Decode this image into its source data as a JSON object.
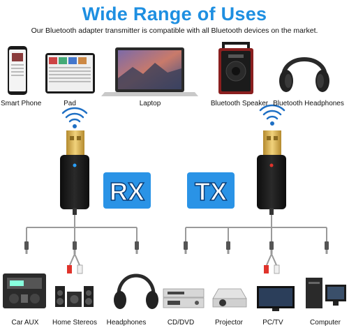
{
  "header": {
    "title": "Wide Range of Uses",
    "subtitle": "Our Bluetooth adapter transmitter is compatible with all Bluetooth devices on the market."
  },
  "top_devices": {
    "smart_phone": "Smart Phone",
    "pad": "Pad",
    "laptop": "Laptop",
    "bluetooth_speaker": "Bluetooth Speaker",
    "bluetooth_headphones": "Bluetooth Headphones"
  },
  "modes": {
    "rx": "RX",
    "tx": "TX"
  },
  "bottom_devices": {
    "car_aux": "Car AUX",
    "home_stereos": "Home Stereos",
    "headphones": "Headphones",
    "cd_dvd": "CD/DVD",
    "projector": "Projector",
    "pc_tv": "PC/TV",
    "computer": "Computer"
  },
  "colors": {
    "title_blue": "#1e8fe1",
    "badge_blue": "#2a93e6",
    "dongle_black": "#1b1b1b",
    "gold": "#d9b457",
    "cable_gray": "#9a9a9a"
  }
}
